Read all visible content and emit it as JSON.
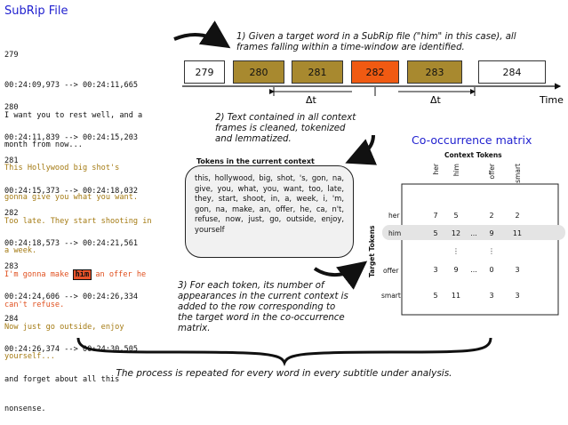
{
  "left_panel": {
    "title": "SubRip File",
    "subtitles": [
      {
        "index": "279",
        "time": "00:24:09,973 --> 00:24:11,665",
        "lines": [
          "I want you to rest well, and a",
          "month from now..."
        ],
        "color": "black"
      },
      {
        "index": "280",
        "time": "00:24:11,839 --> 00:24:15,203",
        "lines": [
          "This Hollywood big shot's",
          "gonna give you what you want."
        ],
        "color": "gold"
      },
      {
        "index": "281",
        "time": "00:24:15,373 --> 00:24:18,032",
        "lines": [
          "Too late. They start shooting in",
          "a week."
        ],
        "color": "gold"
      },
      {
        "index": "282",
        "time": "00:24:18,573 --> 00:24:21,561",
        "line1_before": "I'm gonna make ",
        "target_word": "him",
        "line1_after": " an offer he",
        "line2": "can't refuse.",
        "color": "red"
      },
      {
        "index": "283",
        "time": "00:24:24,606 --> 00:24:26,334",
        "lines": [
          "Now just go outside, enjoy",
          "yourself..."
        ],
        "color": "gold"
      },
      {
        "index": "284",
        "time": "00:24:26,374 --> 00:24:30,505",
        "lines": [
          "and forget about all this",
          "nonsense."
        ],
        "color": "black"
      }
    ]
  },
  "steps": {
    "step1": [
      "1) Given a target word in a SubRip file (\"him\" in this case), all",
      "frames falling within a time-window are identified."
    ],
    "step2": [
      "2) Text contained in all context",
      "frames is cleaned, tokenized",
      "and lemmatized."
    ],
    "step3": [
      "3) For each token, its number of",
      "appearances in the current context is",
      "added to the row corresponding to",
      "the target word in the co-occurrence",
      "matrix."
    ]
  },
  "timeline": {
    "frames": [
      {
        "label": "279",
        "style": "white"
      },
      {
        "label": "280",
        "style": "gold"
      },
      {
        "label": "281",
        "style": "gold"
      },
      {
        "label": "282",
        "style": "orange"
      },
      {
        "label": "283",
        "style": "gold"
      },
      {
        "label": "284",
        "style": "white"
      }
    ],
    "delta_left": "Δt",
    "delta_right": "Δt",
    "axis_label": "Time"
  },
  "tokens": {
    "title": "Tokens in the current context",
    "text": "this, hollywood, big, shot, 's, gon, na, give, you, what, you, want, too, late, they, start, shoot, in, a, week, i, 'm, gon, na, make, an, offer, he, ca, n't, refuse, now, just, go, outside, enjoy, yourself"
  },
  "matrix": {
    "title": "Co-occurrence matrix",
    "col_header": "Context Tokens",
    "row_header": "Target Tokens",
    "columns": [
      "her",
      "him",
      "",
      "offer",
      "smart"
    ],
    "rows": [
      {
        "label": "her",
        "cells": [
          "7",
          "5",
          "",
          "2",
          "2"
        ]
      },
      {
        "label": "him",
        "cells": [
          "5",
          "12",
          "...",
          "9",
          "11"
        ]
      },
      {
        "label": "",
        "cells": [
          "",
          "⋮",
          "",
          "⋮",
          ""
        ]
      },
      {
        "label": "offer",
        "cells": [
          "3",
          "9",
          "...",
          "0",
          "3"
        ]
      },
      {
        "label": "smart",
        "cells": [
          "5",
          "11",
          "",
          "3",
          "3"
        ]
      }
    ]
  },
  "footer": "The process is repeated for every word in every subtitle under analysis.",
  "colors": {
    "blue_title": "#1f1fcf",
    "gold": "#a8892f",
    "orange": "#f05a12",
    "gold_text": "#a47a12",
    "red_text": "#e0501f"
  }
}
